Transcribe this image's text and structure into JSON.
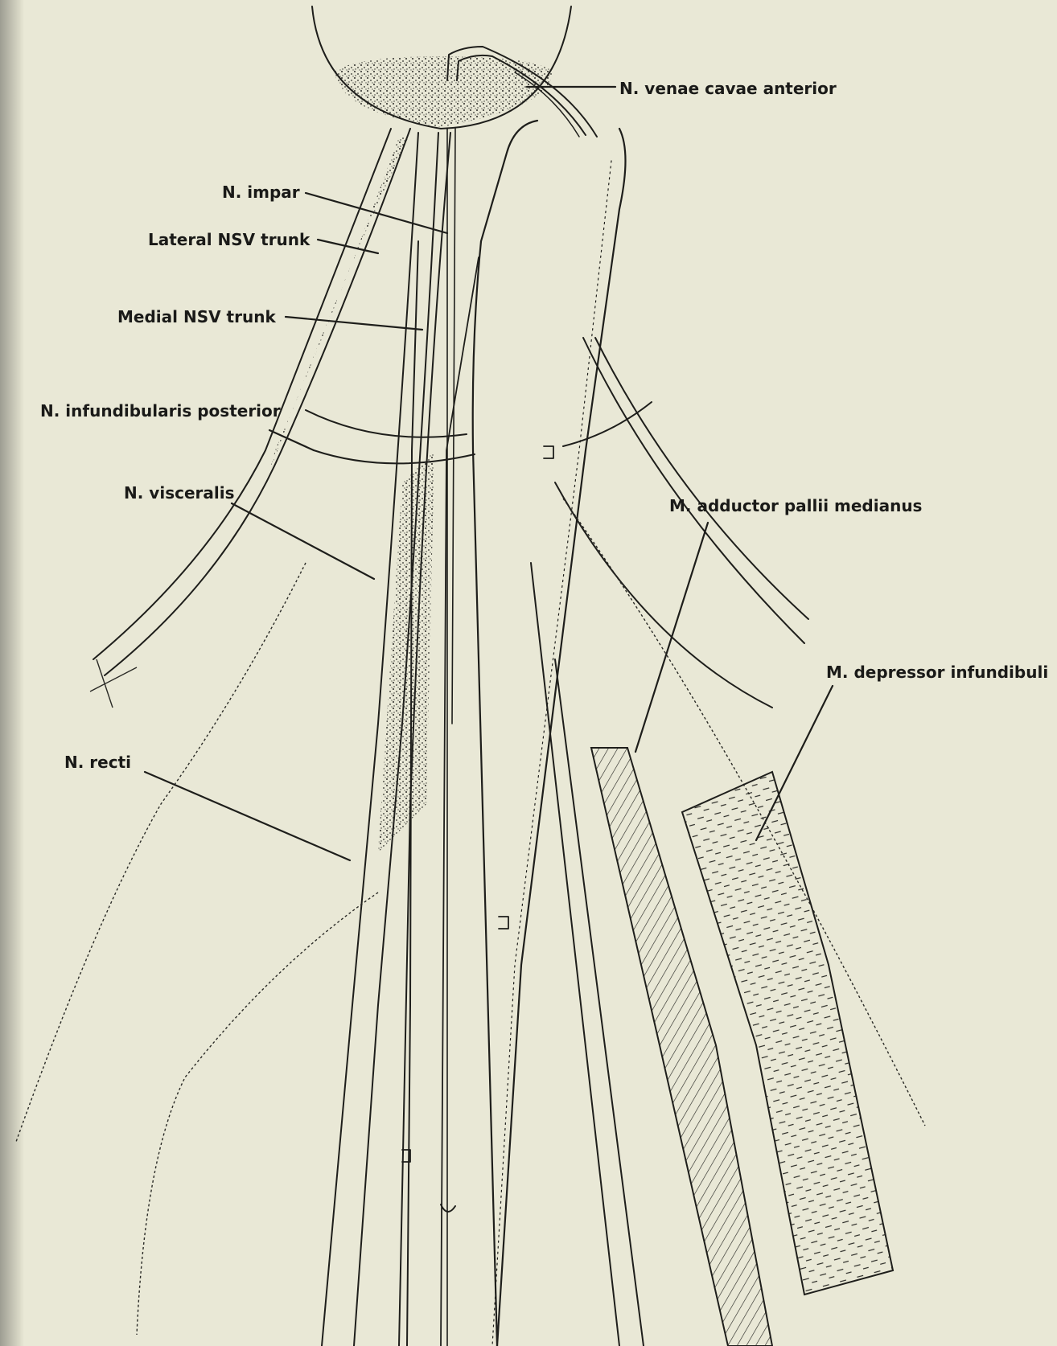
{
  "labels": {
    "venae_cavae": "N. venae cavae anterior",
    "impar": "N. impar",
    "lateral_trunk": "Lateral NSV trunk",
    "medial_trunk": "Medial NSV trunk",
    "infundibularis": "N. infundibularis posterior",
    "visceralis": "N. visceralis",
    "adductor": "M. adductor pallii medianus",
    "depressor": "M. depressor infundibuli",
    "recti": "N. recti"
  },
  "colors": {
    "paper": "#e9e8d6",
    "ink": "#1e1e1b"
  }
}
